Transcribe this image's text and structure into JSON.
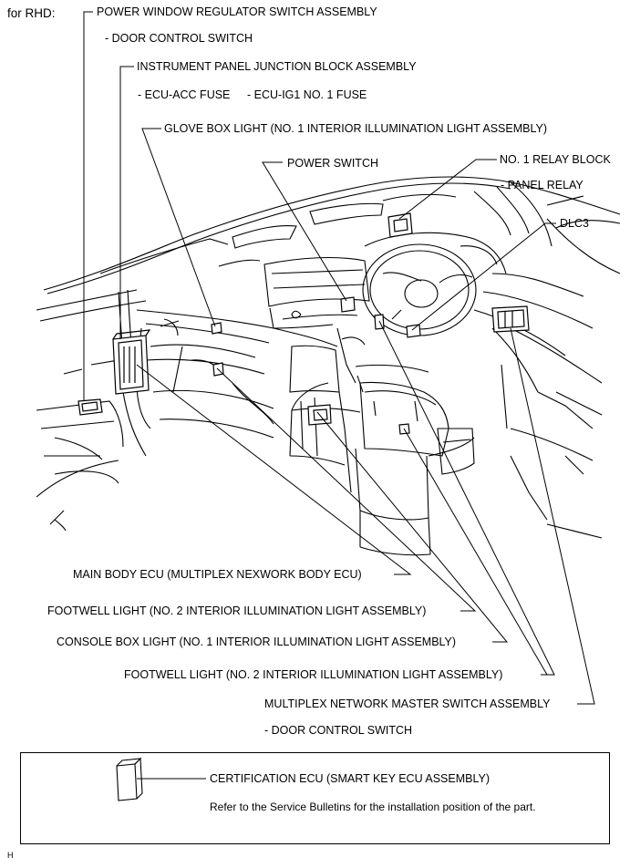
{
  "variant_label": "for RHD:",
  "labels": {
    "pw_regulator": "POWER WINDOW REGULATOR SWITCH ASSEMBLY",
    "pw_regulator_sub": "- DOOR CONTROL SWITCH",
    "ip_junction": "INSTRUMENT PANEL JUNCTION BLOCK ASSEMBLY",
    "ip_junction_sub1": "- ECU-ACC FUSE",
    "ip_junction_sub2": "- ECU-IG1 NO. 1 FUSE",
    "glove_box_light": "GLOVE BOX LIGHT (NO. 1 INTERIOR ILLUMINATION LIGHT ASSEMBLY)",
    "power_switch": "POWER SWITCH",
    "relay_block": "NO. 1 RELAY BLOCK",
    "relay_block_sub": "- PANEL RELAY",
    "dlc3": "DLC3",
    "main_body_ecu": "MAIN BODY ECU (MULTIPLEX NEXWORK BODY ECU)",
    "footwell_light_1": "FOOTWELL LIGHT (NO. 2 INTERIOR ILLUMINATION LIGHT ASSEMBLY)",
    "console_box_light": "CONSOLE BOX LIGHT (NO. 1 INTERIOR ILLUMINATION LIGHT ASSEMBLY)",
    "footwell_light_2": "FOOTWELL LIGHT (NO. 2 INTERIOR ILLUMINATION LIGHT ASSEMBLY)",
    "master_switch": "MULTIPLEX NETWORK MASTER SWITCH ASSEMBLY",
    "master_switch_sub": "- DOOR CONTROL SWITCH"
  },
  "legend": {
    "title": "CERTIFICATION ECU (SMART KEY ECU ASSEMBLY)",
    "note": "Refer to the Service Bulletins for the installation position of the part."
  },
  "footer_mark": "H"
}
